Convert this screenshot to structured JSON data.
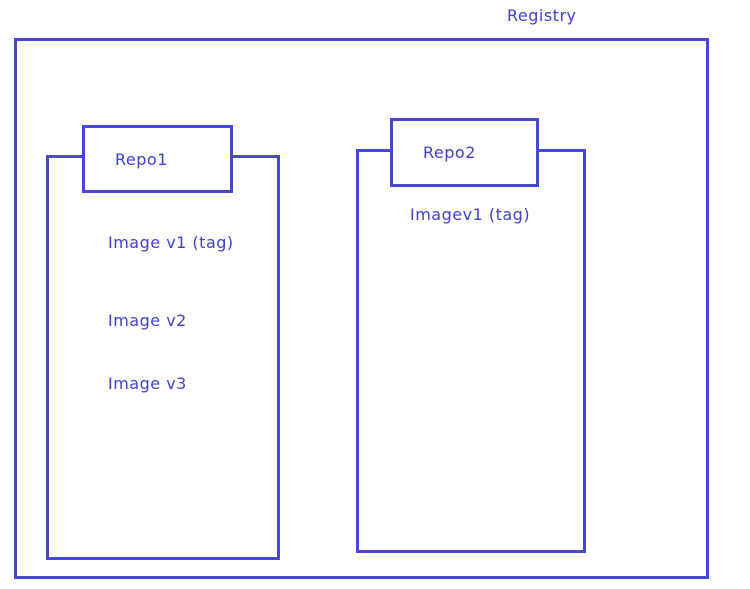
{
  "diagram": {
    "title": "Registry",
    "colors": {
      "stroke": "#4747d2",
      "text": "#4040cc",
      "background": "#ffffff"
    },
    "repos": [
      {
        "name": "Repo1",
        "images": [
          "Image v1  (tag)",
          "Image v2",
          "Image v3"
        ]
      },
      {
        "name": "Repo2",
        "images": [
          "Imagev1  (tag)"
        ]
      }
    ]
  }
}
